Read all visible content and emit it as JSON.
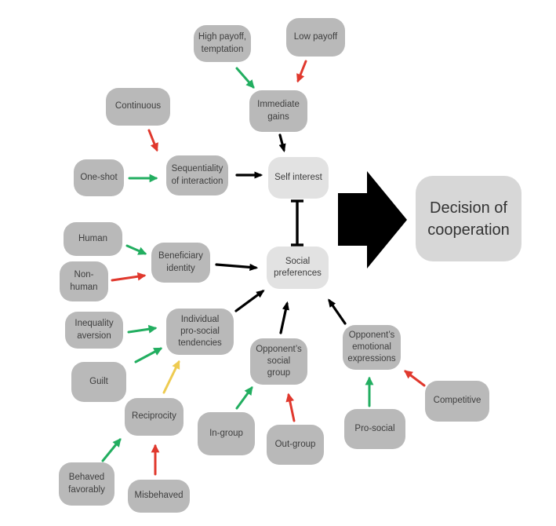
{
  "colors": {
    "background": "#ffffff",
    "node_dark": "#b9b9b9",
    "node_light": "#e2e2e2",
    "node_decision": "#d7d7d7",
    "text": "#3e3e3e",
    "arrow_positive": "#22ae60",
    "arrow_negative": "#e0382d",
    "arrow_mixed": "#eecb51",
    "arrow_neutral": "#000000"
  },
  "nodes": {
    "high_payoff": {
      "label": "High payoff,\ntemptation"
    },
    "low_payoff": {
      "label": "Low payoff"
    },
    "immediate_gains": {
      "label": "Immediate\ngains"
    },
    "continuous": {
      "label": "Continuous"
    },
    "one_shot": {
      "label": "One-shot"
    },
    "sequentiality": {
      "label": "Sequentiality\nof interaction"
    },
    "self_interest": {
      "label": "Self interest"
    },
    "decision": {
      "label": "Decision of\ncooperation"
    },
    "human": {
      "label": "Human"
    },
    "non_human": {
      "label": "Non-\nhuman"
    },
    "beneficiary": {
      "label": "Beneficiary\nidentity"
    },
    "social_preferences": {
      "label": "Social\npreferences"
    },
    "inequality_aversion": {
      "label": "Inequality\naversion"
    },
    "guilt": {
      "label": "Guilt"
    },
    "individual_prosocial": {
      "label": "Individual\npro-social\ntendencies"
    },
    "reciprocity": {
      "label": "Reciprocity"
    },
    "behaved_favorably": {
      "label": "Behaved\nfavorably"
    },
    "misbehaved": {
      "label": "Misbehaved"
    },
    "opponents_social_group": {
      "label": "Opponent’s\nsocial\ngroup"
    },
    "in_group": {
      "label": "In-group"
    },
    "out_group": {
      "label": "Out-group"
    },
    "opponents_emotional": {
      "label": "Opponent’s\nemotional\nexpressions"
    },
    "pro_social": {
      "label": "Pro-social"
    },
    "competitive": {
      "label": "Competitive"
    }
  },
  "arrows": [
    {
      "from": "high_payoff",
      "to": "immediate_gains",
      "effect": "positive",
      "color": "arrow_positive"
    },
    {
      "from": "low_payoff",
      "to": "immediate_gains",
      "effect": "negative",
      "color": "arrow_negative"
    },
    {
      "from": "immediate_gains",
      "to": "self_interest",
      "effect": "influences",
      "color": "arrow_neutral"
    },
    {
      "from": "continuous",
      "to": "sequentiality",
      "effect": "negative",
      "color": "arrow_negative"
    },
    {
      "from": "one_shot",
      "to": "sequentiality",
      "effect": "positive",
      "color": "arrow_positive"
    },
    {
      "from": "sequentiality",
      "to": "self_interest",
      "effect": "influences",
      "color": "arrow_neutral"
    },
    {
      "from": "self_interest",
      "to": "social_preferences",
      "effect": "mutual_inhibition",
      "color": "arrow_neutral"
    },
    {
      "from": "human",
      "to": "beneficiary",
      "effect": "positive",
      "color": "arrow_positive"
    },
    {
      "from": "non_human",
      "to": "beneficiary",
      "effect": "negative",
      "color": "arrow_negative"
    },
    {
      "from": "beneficiary",
      "to": "social_preferences",
      "effect": "influences",
      "color": "arrow_neutral"
    },
    {
      "from": "inequality_aversion",
      "to": "individual_prosocial",
      "effect": "positive",
      "color": "arrow_positive"
    },
    {
      "from": "guilt",
      "to": "individual_prosocial",
      "effect": "positive",
      "color": "arrow_positive"
    },
    {
      "from": "reciprocity",
      "to": "individual_prosocial",
      "effect": "mixed",
      "color": "arrow_mixed"
    },
    {
      "from": "individual_prosocial",
      "to": "social_preferences",
      "effect": "influences",
      "color": "arrow_neutral"
    },
    {
      "from": "behaved_favorably",
      "to": "reciprocity",
      "effect": "positive",
      "color": "arrow_positive"
    },
    {
      "from": "misbehaved",
      "to": "reciprocity",
      "effect": "negative",
      "color": "arrow_negative"
    },
    {
      "from": "in_group",
      "to": "opponents_social_group",
      "effect": "positive",
      "color": "arrow_positive"
    },
    {
      "from": "out_group",
      "to": "opponents_social_group",
      "effect": "negative",
      "color": "arrow_negative"
    },
    {
      "from": "opponents_social_group",
      "to": "social_preferences",
      "effect": "influences",
      "color": "arrow_neutral"
    },
    {
      "from": "opponents_emotional",
      "to": "social_preferences",
      "effect": "influences",
      "color": "arrow_neutral"
    },
    {
      "from": "pro_social",
      "to": "opponents_emotional",
      "effect": "positive",
      "color": "arrow_positive"
    },
    {
      "from": "competitive",
      "to": "opponents_emotional",
      "effect": "negative",
      "color": "arrow_negative"
    },
    {
      "from": "self_interest_and_social_preferences",
      "to": "decision",
      "effect": "determines",
      "color": "arrow_neutral"
    }
  ]
}
